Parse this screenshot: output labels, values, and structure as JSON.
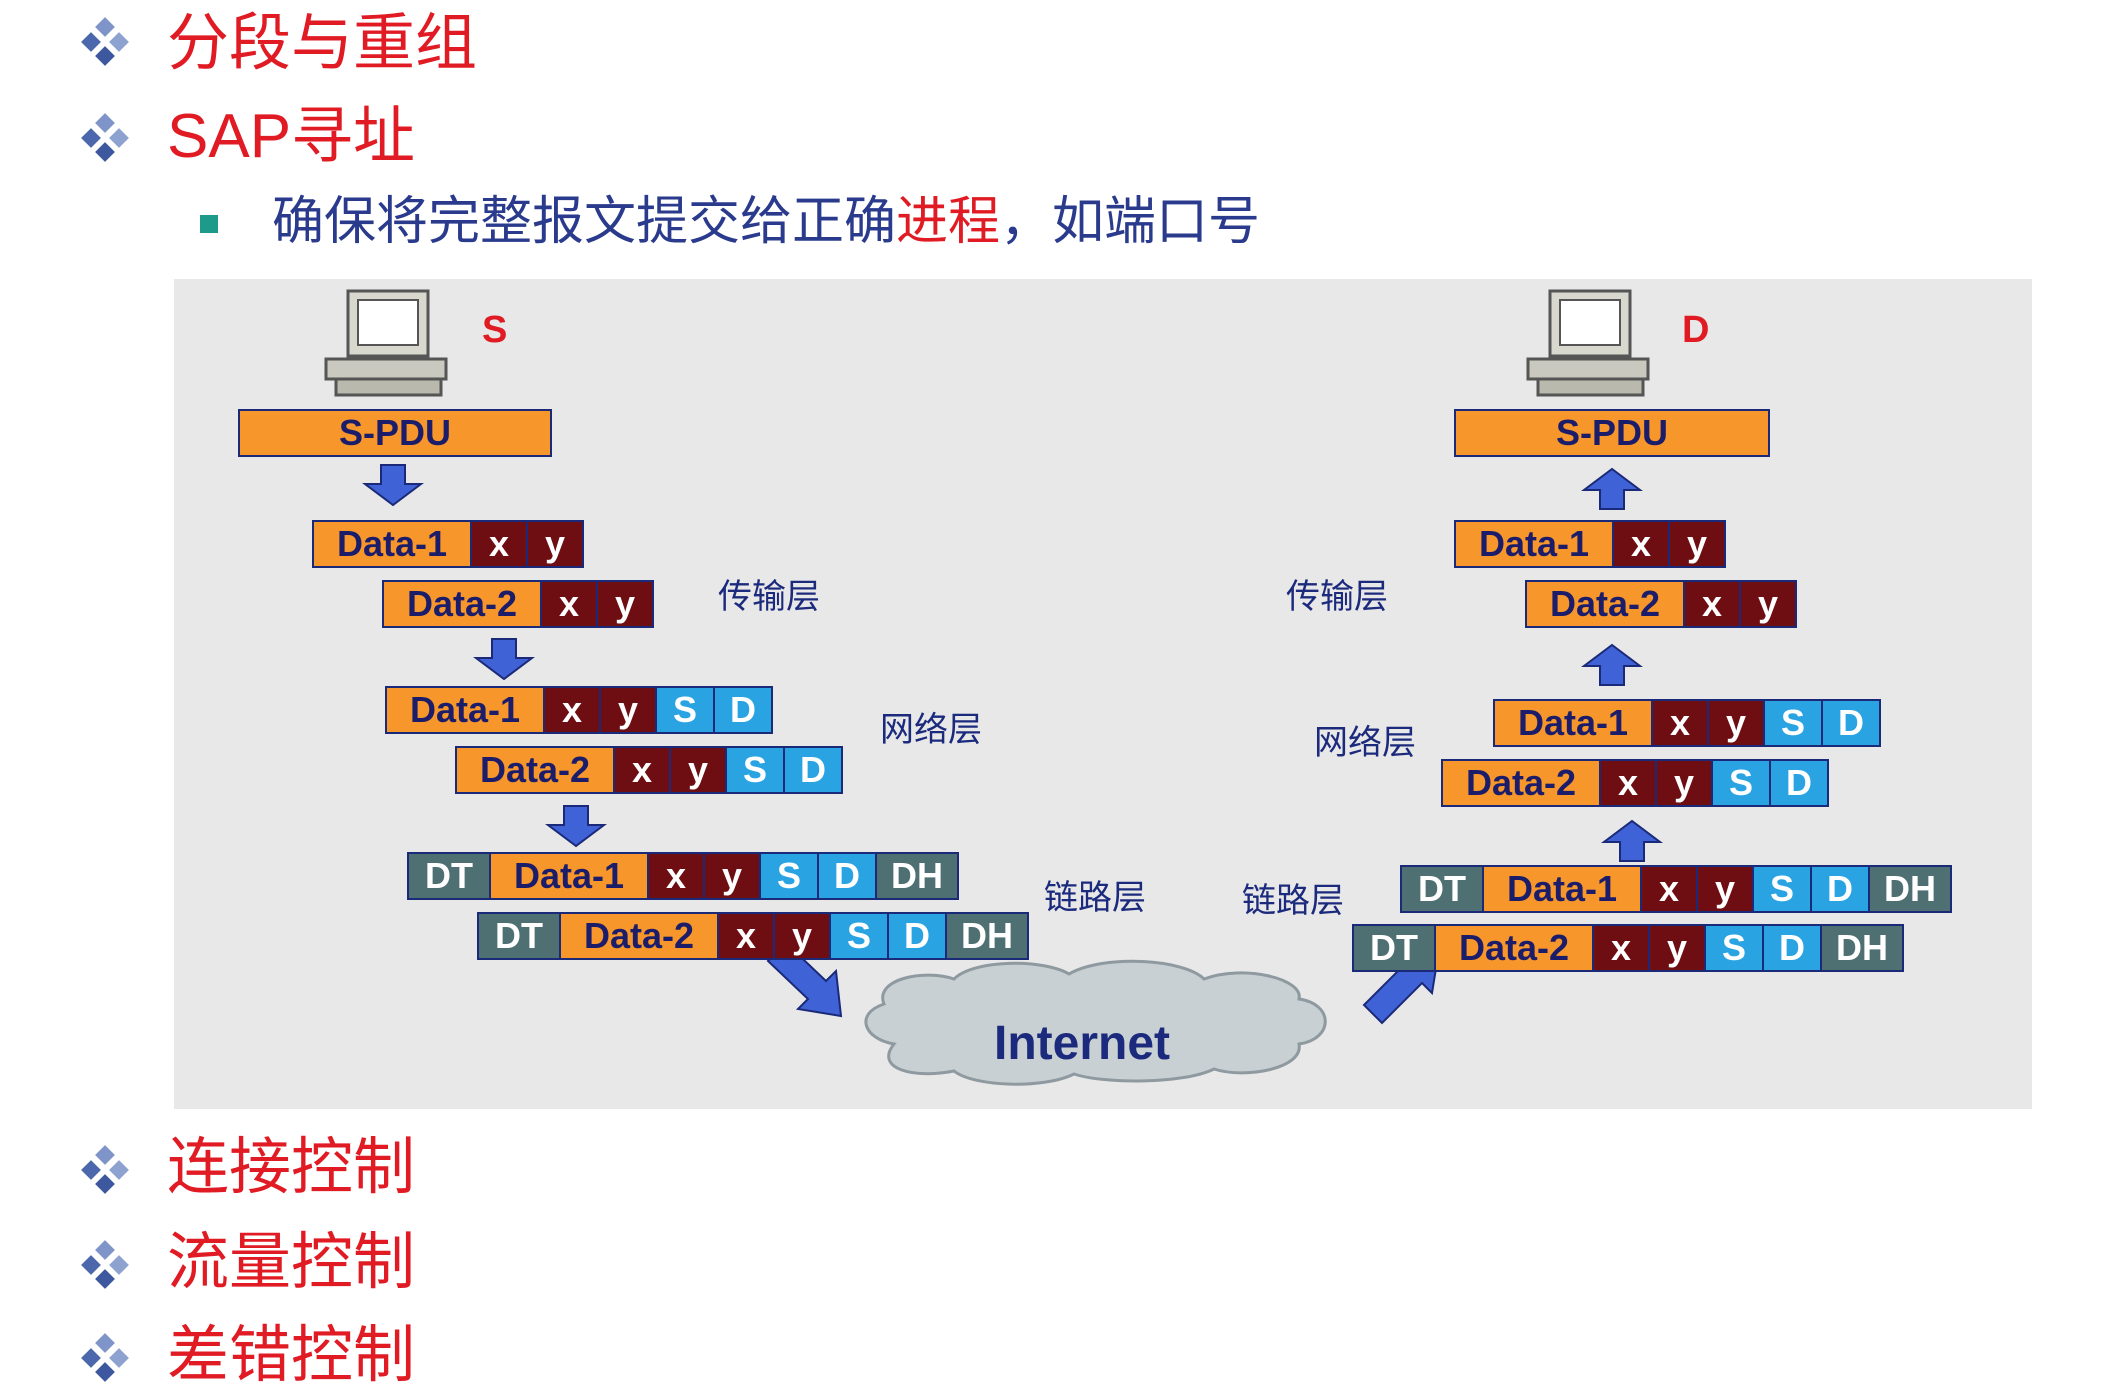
{
  "bullets": {
    "item1": "分段与重组",
    "item2": "SAP寻址",
    "sub_prefix": "确保将完整报文提交给正确",
    "sub_highlight": "进程",
    "sub_suffix": "，如端口号",
    "item3": "连接控制",
    "item4": "流量控制",
    "item5": "差错控制"
  },
  "diagram": {
    "sender_label": "S",
    "receiver_label": "D",
    "internet_label": "Internet",
    "transport_layer": "传输层",
    "network_layer": "网络层",
    "link_layer": "链路层",
    "spdu": "S-PDU",
    "data1": "Data-1",
    "data2": "Data-2",
    "x": "x",
    "y": "y",
    "s": "S",
    "d": "D",
    "dt": "DT",
    "dh": "DH"
  },
  "colors": {
    "title_red": "#e01b24",
    "segment_orange": "#f7962b",
    "header_maroon": "#6e0e12",
    "address_blue": "#2aa3e2",
    "frame_gray": "#4f7072",
    "arrow_blue": "#3f63d6"
  }
}
